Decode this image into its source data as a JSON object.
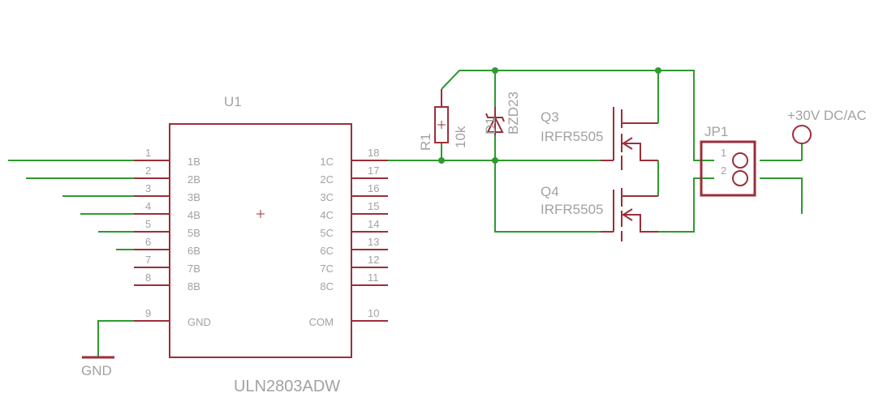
{
  "colors": {
    "part": "#9b2f3a",
    "wire": "#2f9a2f",
    "text": "#a2a2a2"
  },
  "u1": {
    "name": "U1",
    "value": "ULN2803ADW",
    "left_pins": [
      {
        "num": "1",
        "label": "1B"
      },
      {
        "num": "2",
        "label": "2B"
      },
      {
        "num": "3",
        "label": "3B"
      },
      {
        "num": "4",
        "label": "4B"
      },
      {
        "num": "5",
        "label": "5B"
      },
      {
        "num": "6",
        "label": "6B"
      },
      {
        "num": "7",
        "label": "7B"
      },
      {
        "num": "8",
        "label": "8B"
      },
      {
        "num": "9",
        "label": "GND"
      }
    ],
    "right_pins": [
      {
        "num": "18",
        "label": "1C"
      },
      {
        "num": "17",
        "label": "2C"
      },
      {
        "num": "16",
        "label": "3C"
      },
      {
        "num": "15",
        "label": "4C"
      },
      {
        "num": "14",
        "label": "5C"
      },
      {
        "num": "13",
        "label": "6C"
      },
      {
        "num": "12",
        "label": "7C"
      },
      {
        "num": "11",
        "label": "8C"
      },
      {
        "num": "10",
        "label": "COM"
      }
    ]
  },
  "gnd": {
    "label": "GND"
  },
  "r1": {
    "name": "R1",
    "value": "10k"
  },
  "d1": {
    "name": "D1",
    "value": "BZD23"
  },
  "q3": {
    "name": "Q3",
    "value": "IRFR5505"
  },
  "q4": {
    "name": "Q4",
    "value": "IRFR5505"
  },
  "jp1": {
    "name": "JP1",
    "pins": [
      "1",
      "2"
    ]
  },
  "supply": {
    "label": "+30V DC/AC"
  }
}
